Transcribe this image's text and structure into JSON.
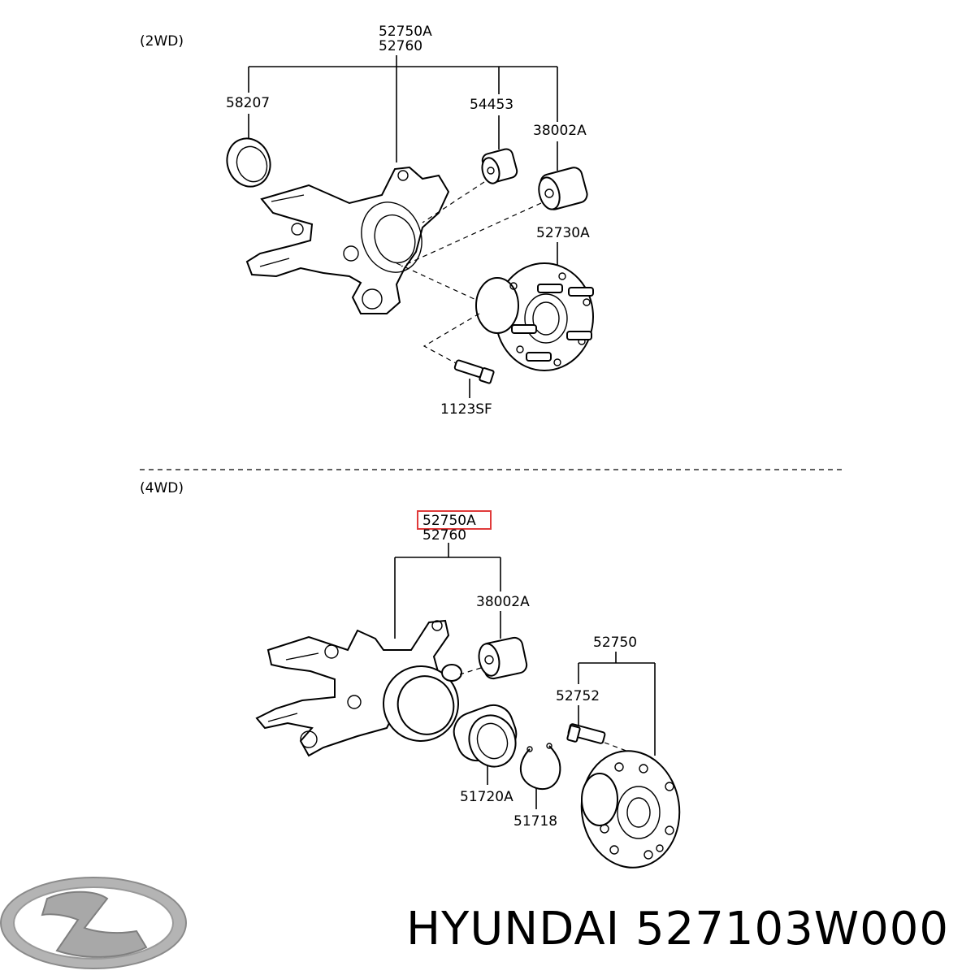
{
  "sections": {
    "top": "(2WD)",
    "bottom": "(4WD)"
  },
  "labels_2wd": {
    "assy_a": "52750A",
    "assy_b": "52760",
    "seal": "58207",
    "bushing": "54453",
    "bushing2": "38002A",
    "hub": "52730A",
    "bolt": "1123SF"
  },
  "labels_4wd": {
    "assy_a": "52750A",
    "assy_b": "52760",
    "bushing": "38002A",
    "hub_assy": "52750",
    "hub_bolt": "52752",
    "bearing": "51720A",
    "snap_ring": "51718"
  },
  "footer": {
    "brand_text": "HYUNDAI 527103W000",
    "logo_icon": "hyundai-logo-icon"
  },
  "colors": {
    "highlight": "#e03a3a",
    "line": "#000000"
  }
}
